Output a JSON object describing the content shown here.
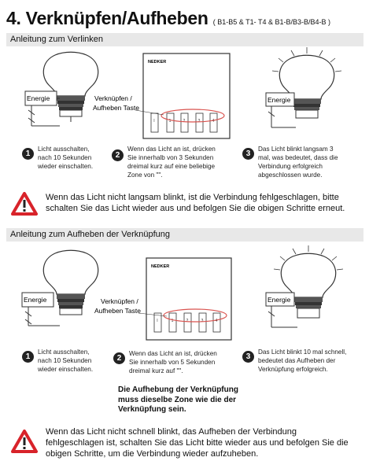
{
  "title": "4. Verknüpfen/Aufheben",
  "title_sub": "( B1-B5 & T1- T4 & B1-B/B3-B/B4-B )",
  "section1": {
    "header": "Anleitung zum Verlinken",
    "energie": "Energie",
    "remote_brand": "NEDKER",
    "tasten_label_1": "Verknüpfen /",
    "tasten_label_2": "Aufheben Taste",
    "steps": [
      {
        "num": "1",
        "lines": [
          "Licht ausschalten,",
          "nach 10 Sekunden",
          "wieder einschalten."
        ]
      },
      {
        "num": "2",
        "lines": [
          "Wenn das Licht an ist, drücken",
          "Sie innerhalb von 3 Sekunden",
          "dreimal kurz auf eine beliebige",
          "Zone von \"\"."
        ]
      },
      {
        "num": "3",
        "lines": [
          "Das Licht blinkt langsam 3",
          "mal, was bedeutet, dass die",
          "Verbindung erfolgreich",
          "abgeschlossen wurde."
        ]
      }
    ],
    "warning": [
      "Wenn das Licht nicht langsam blinkt, ist die Verbindung fehlgeschlagen, bitte",
      "schalten Sie das Licht wieder aus und befolgen Sie die obigen Schritte erneut."
    ]
  },
  "section2": {
    "header": "Anleitung zum Aufheben der Verknüpfung",
    "energie": "Energie",
    "remote_brand": "NEDKER",
    "tasten_label_1": "Verknüpfen /",
    "tasten_label_2": "Aufheben Taste",
    "steps": [
      {
        "num": "1",
        "lines": [
          "Licht ausschalten,",
          "nach 10 Sekunden",
          "wieder einschalten."
        ]
      },
      {
        "num": "2",
        "lines": [
          "Wenn das Licht an ist, drücken",
          "Sie innerhalb von 5 Sekunden",
          "dreimal kurz auf \"\"."
        ]
      },
      {
        "num": "3",
        "lines": [
          "Das Licht blinkt 10 mal schnell,",
          "bedeutet das Aufheben der",
          "Verknüpfung erfolgreich."
        ]
      }
    ],
    "note": [
      "Die Aufhebung der Verknüpfung",
      "muss dieselbe Zone wie die der",
      "Verknüpfung sein."
    ],
    "warning": [
      "Wenn das Licht nicht schnell blinkt, das Aufheben der Verbindung",
      "fehlgeschlagen ist, schalten Sie das Licht bitte wieder aus und befolgen Sie die",
      "obigen Schritte, um die Verbindung wieder aufzuheben."
    ]
  },
  "colors": {
    "warning_red": "#d8232a",
    "header_bar": "#e8e8e8",
    "highlight_oval": "#d9534f"
  },
  "icons": {
    "warning": "warning-triangle-icon",
    "bulb": "light-bulb-icon",
    "remote": "remote-control-icon"
  }
}
